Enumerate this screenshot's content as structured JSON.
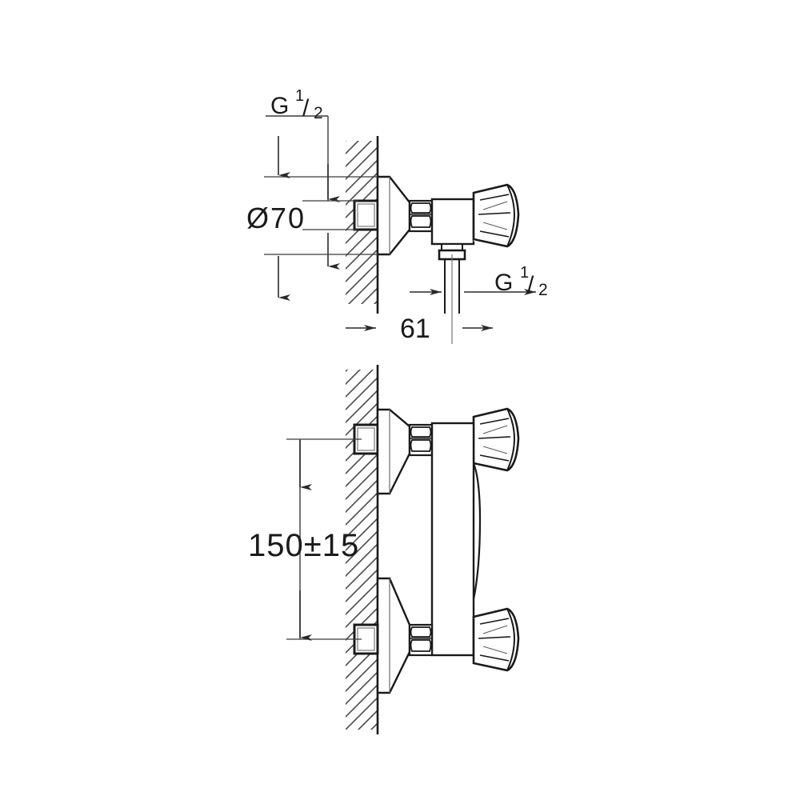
{
  "drawing": {
    "title": "Wall-mounted shower mixer dimensional drawing",
    "background_color": "#ffffff",
    "line_color": "#1a1a1a",
    "dimension_color": "#3a3a3a",
    "views": [
      {
        "name": "side-section-view",
        "position": "top"
      },
      {
        "name": "front-view",
        "position": "bottom"
      }
    ]
  },
  "dimensions": {
    "thread_top": {
      "label_g": "G",
      "label_num": "1",
      "label_den": "2",
      "full": "G 1/2"
    },
    "diameter": {
      "symbol": "Ø",
      "value": "70",
      "full": "Ø 70"
    },
    "thread_outlet": {
      "label_g": "G",
      "label_num": "1",
      "label_den": "2",
      "full": "G 1/2"
    },
    "projection": {
      "value": "61"
    },
    "centres": {
      "value": "150±15"
    }
  },
  "labels": {
    "g_half_top": "G",
    "g_half_top_num": "1",
    "g_half_top_den": "2",
    "diameter_70": "Ø70",
    "g_half_outlet": "G",
    "g_half_outlet_num": "1",
    "g_half_outlet_den": "2",
    "depth_61": "61",
    "spacing_150": "150±15"
  },
  "colors": {
    "stroke": "#1a1a1a",
    "thin": "#4a4a4a",
    "hatch": "#4a4a4a",
    "paper": "#ffffff"
  }
}
